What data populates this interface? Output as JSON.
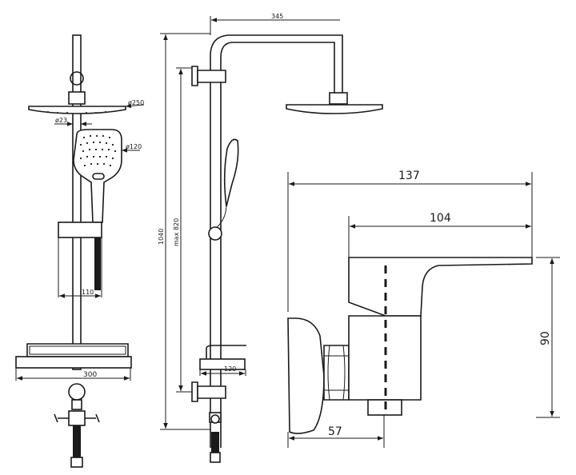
{
  "title": "Shower system technical drawing",
  "front_view": {
    "dims": {
      "head_diameter": "ø250",
      "pipe_diameter": "ø23",
      "hand_shower_diameter": "ø120",
      "hose_holder_width": "110",
      "shelf_width": "300"
    }
  },
  "side_view": {
    "dims": {
      "arm_reach": "345",
      "total_height": "1040",
      "bracket_spacing": "max 820",
      "mixer_depth": "120"
    }
  },
  "mixer_view": {
    "dims": {
      "total_length": "137",
      "lever_length": "104",
      "height": "90",
      "body_depth": "57"
    }
  },
  "colors": {
    "line": "#1a1a1a",
    "background": "#ffffff"
  }
}
